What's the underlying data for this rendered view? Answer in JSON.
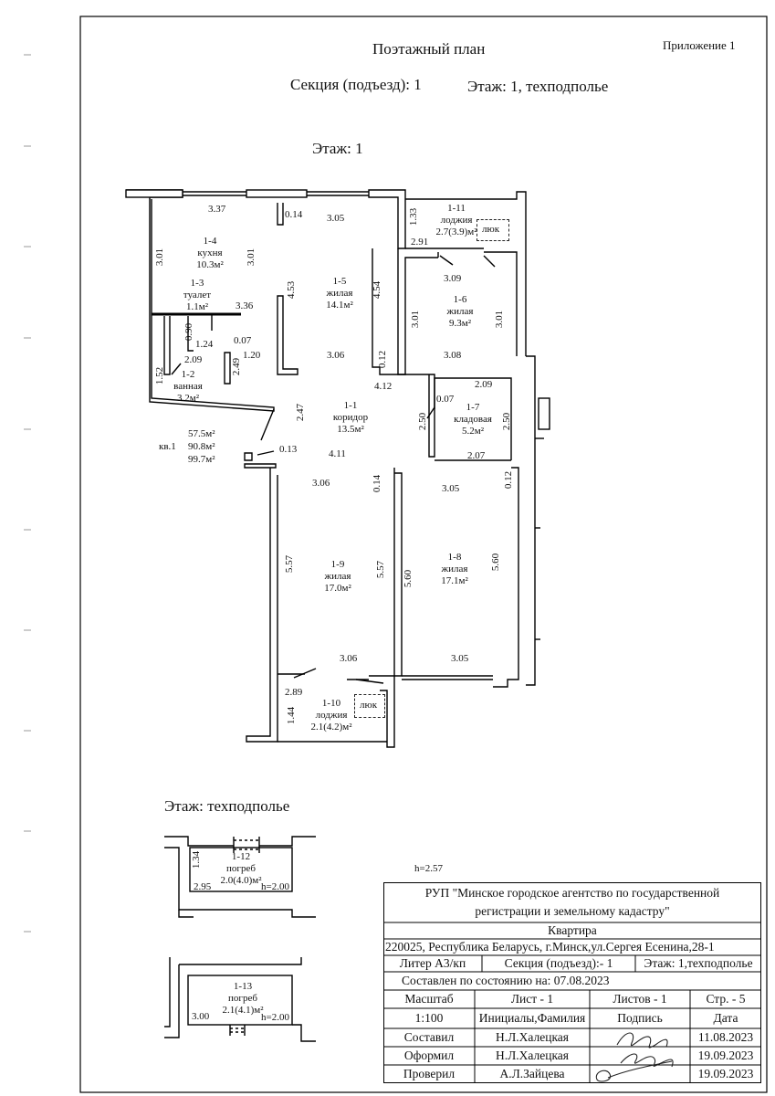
{
  "header": {
    "title": "Поэтажный план",
    "appendix": "Приложение 1",
    "section": "Секция (подъезд):  1",
    "floor": "Этаж:  1, техподполье"
  },
  "floor1": {
    "label": "Этаж:  1",
    "rooms": {
      "r1_1": {
        "id": "1-1",
        "name": "коридор",
        "area": "13.5м²"
      },
      "r1_2": {
        "id": "1-2",
        "name": "ванная",
        "area": "3.2м²"
      },
      "r1_3": {
        "id": "1-3",
        "name": "туалет",
        "area": "1.1м²"
      },
      "r1_4": {
        "id": "1-4",
        "name": "кухня",
        "area": "10.3м²"
      },
      "r1_5": {
        "id": "1-5",
        "name": "жилая",
        "area": "14.1м²"
      },
      "r1_6": {
        "id": "1-6",
        "name": "жилая",
        "area": "9.3м²"
      },
      "r1_7": {
        "id": "1-7",
        "name": "кладовая",
        "area": "5.2м²"
      },
      "r1_8": {
        "id": "1-8",
        "name": "жилая",
        "area": "17.1м²"
      },
      "r1_9": {
        "id": "1-9",
        "name": "жилая",
        "area": "17.0м²"
      },
      "r1_10": {
        "id": "1-10",
        "name": "лоджия",
        "area": "2.1(4.2)м²"
      },
      "r1_11": {
        "id": "1-11",
        "name": "лоджия",
        "area": "2.7(3.9)м²"
      }
    },
    "hatch_label": "люк",
    "apartment": {
      "label": "кв.1",
      "living": "57.5м²",
      "total": "90.8м²",
      "total_with_loggia": "99.7м²"
    },
    "dims": {
      "d337": "3.37",
      "d305a": "3.05",
      "d014a": "0.14",
      "d133": "1.33",
      "d291": "2.91",
      "d301a": "3.01",
      "d301b": "3.01",
      "d453": "4.53",
      "d454": "4.54",
      "d336": "3.36",
      "d090": "0.90",
      "d124": "1.24",
      "d007a": "0.07",
      "d120": "1.20",
      "d209a": "2.09",
      "d249": "2.49",
      "d152": "1.52",
      "d306a": "3.06",
      "d012a": "0.12",
      "d412": "4.12",
      "d309": "3.09",
      "d301c": "3.01",
      "d301d": "3.01",
      "d308": "3.08",
      "d209b": "2.09",
      "d007b": "0.07",
      "d250a": "2.50",
      "d250b": "2.50",
      "d207": "2.07",
      "d247": "2.47",
      "d013": "0.13",
      "d411": "4.11",
      "d306b": "3.06",
      "d014b": "0.14",
      "d305b": "3.05",
      "d012b": "0.12",
      "d557a": "5.57",
      "d557b": "5.57",
      "d560a": "5.60",
      "d560b": "5.60",
      "d306c": "3.06",
      "d305c": "3.05",
      "d289": "2.89",
      "d144": "1.44"
    }
  },
  "basement": {
    "label": "Этаж:  техподполье",
    "height_note": "h=2.57",
    "r1_12": {
      "id": "1-12",
      "name": "погреб",
      "area": "2.0(4.0)м²",
      "w": "2.95",
      "h": "h=2.00",
      "side": "1.34"
    },
    "r1_13": {
      "id": "1-13",
      "name": "погреб",
      "area": "2.1(4.1)м²",
      "w": "3.00",
      "h": "h=2.00"
    }
  },
  "stamp": {
    "org_line1": "РУП \"Минское городское агентство по государственной",
    "org_line2": "регистрации и земельному кадастру\"",
    "object": "Квартира",
    "address": "220025, Республика Беларусь, г.Минск,ул.Сергея Есенина,28-1",
    "liter": "Литер А3/кп",
    "section": "Секция (подъезд):- 1",
    "floor": "Этаж: 1,техподполье",
    "state_date": "Составлен по состоянию на: 07.08.2023",
    "scale_label": "Масштаб",
    "sheet": "Лист -     1",
    "sheets": "Листов -   1",
    "page": "Стр. -    5",
    "scale_value": "1:100",
    "col_names": "Инициалы,Фамилия",
    "col_sign": "Подпись",
    "col_date": "Дата",
    "rows": [
      {
        "role": "Составил",
        "name": "Н.Л.Халецкая",
        "date": "11.08.2023"
      },
      {
        "role": "Оформил",
        "name": "Н.Л.Халецкая",
        "date": "19.09.2023"
      },
      {
        "role": "Проверил",
        "name": "А.Л.Зайцева",
        "date": "19.09.2023"
      }
    ]
  }
}
